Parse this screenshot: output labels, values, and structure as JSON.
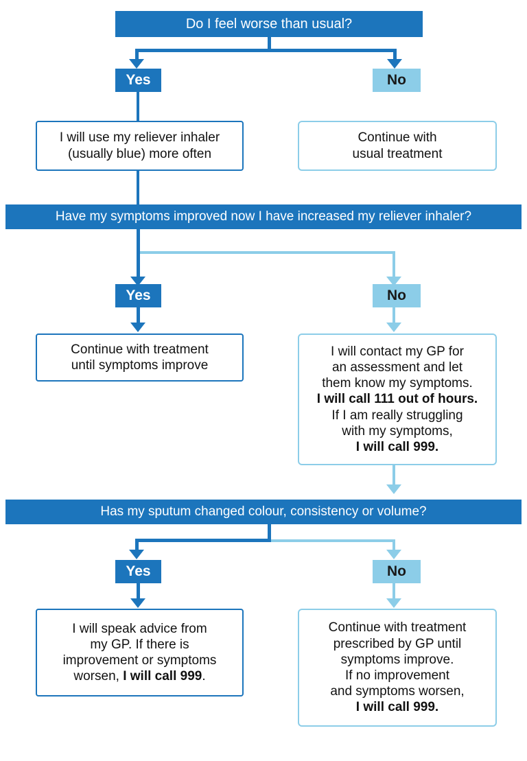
{
  "title": "COPD / Asthma self-management flowchart",
  "colors": {
    "dark_blue": "#1C75BC",
    "light_blue": "#8CCDE8",
    "box_fill": "#FFFFFF",
    "text": "#111111"
  },
  "labels": {
    "yes": "Yes",
    "no": "No"
  },
  "nodes": {
    "q1": {
      "text": "Do I feel worse than usual?",
      "yes_label": "Yes",
      "no_label": "No"
    },
    "q1_yes_outcome": {
      "lines": [
        "I will use my reliever inhaler",
        "(usually blue) more often"
      ]
    },
    "q1_no_outcome": {
      "lines": [
        "Continue with",
        "usual treatment"
      ]
    },
    "q2": {
      "text": "Have my symptoms improved now I have increased my reliever inhaler?",
      "yes_label": "Yes",
      "no_label": "No"
    },
    "q2_yes_outcome": {
      "lines": [
        "Continue with treatment",
        "until symptoms improve"
      ]
    },
    "q2_no_outcome": {
      "lines": [
        {
          "text": "I will contact my GP for",
          "bold": false
        },
        {
          "text": "an assessment and let",
          "bold": false
        },
        {
          "text": "them know my symptoms.",
          "bold": false
        },
        {
          "text": "I will call 111 out of hours.",
          "bold": true
        },
        {
          "text": "If I am really struggling",
          "bold": false
        },
        {
          "text": "with my symptoms,",
          "bold": false
        },
        {
          "text": "I will call 999.",
          "bold": true
        }
      ]
    },
    "q3": {
      "text": "Has my sputum changed colour, consistency or volume?",
      "yes_label": "Yes",
      "no_label": "No"
    },
    "q3_yes_outcome": {
      "lines": [
        {
          "text": "I will speak advice from",
          "bold": false
        },
        {
          "text": "my GP. If there is",
          "bold": false
        },
        {
          "text": "improvement or symptoms",
          "bold": false
        },
        {
          "text": "worsen, ",
          "bold": false,
          "bold_tail": "I will call 999",
          "tail": "."
        }
      ]
    },
    "q3_no_outcome": {
      "lines": [
        {
          "text": "Continue with treatment",
          "bold": false
        },
        {
          "text": "prescribed by GP until",
          "bold": false
        },
        {
          "text": "symptoms improve.",
          "bold": false
        },
        {
          "text": "If no improvement",
          "bold": false
        },
        {
          "text": "and symptoms worsen,",
          "bold": false
        },
        {
          "text": "I will call 999.",
          "bold": true
        }
      ]
    }
  }
}
